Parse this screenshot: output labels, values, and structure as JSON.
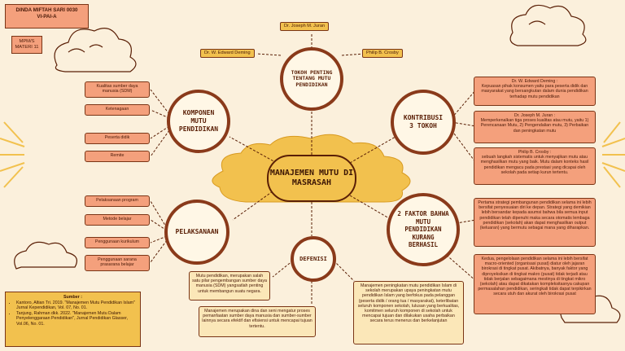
{
  "header": {
    "name_line1": "DINDA MIFTAH SARI 0030",
    "name_line2": "VI-PAI-A",
    "course": "MPM/S MATERI 11"
  },
  "center": {
    "title": "MANAJEMEN MUTU DI MASRASAH"
  },
  "nodes": {
    "tokoh": "TOKOH PENTING TENTANG MUTU PENDIDIKAN",
    "komponen": "KOMPONEN MUTU PENDIDIKAN",
    "kontribusi": "KONTRIBUSI 3 TOKOH",
    "pelaksanaan": "PELAKSANAAN",
    "definisi": "DEFENISI",
    "faktor": "2 FAKTOR BAHWA MUTU PENDIDIKAN KURANG BERHASIL"
  },
  "tokoh_names": [
    "Dr. Joseph M. Juran",
    "Dr. W. Edward Deming",
    "Philip B. Crosby"
  ],
  "komponen_items": [
    "Kualitas sumber daya manusia (SDM)",
    "Ketenagaan",
    "Peserta didik",
    "Remite"
  ],
  "pelaksanaan_items": [
    "Pelaksanaan program",
    "Metode belajar",
    "Penggunaan kurikulum",
    "Penggunaan sarana prasarana belajar"
  ],
  "kontribusi_items": [
    {
      "name": "Dr. W. Edward Deming :",
      "text": "Kepuasan pihak konsumen yaitu para peserta didik dan masyarakat yang bersangkutan dalam dunia pendidikan terhadap mutu pendidikan"
    },
    {
      "name": "Dr. Joseph M. Juran :",
      "text": "Memperkenalkan tiga proses kualitas atau mutu, yaitu 1) Perencanaan Mutu, 2) Pengendalian mutu, 3) Perbaikan dan peningkatan mutu"
    },
    {
      "name": "Philip B. Crosby :",
      "text": "sebuah langkah sistematis untuk menyajikan mutu atau menghasilkan mutu yang baik. Mutu dalam konteks hasil pendidikan mengacu pada prestasi yang dicapai oleh sekolah pada setiap kurun tertentu."
    }
  ],
  "faktor_items": [
    "Pertama strategi pembangunan pendidikan selama ini lebih bersifat penyesuaian diri ke depan. Strategi yang demikian lebih bersandar kepada asumsi bahwa bila semua input pendidikan telah dipenuhi maka secara otomatis lembaga pendidikan (sekolah) akan dapat menghasilkan output (keluaran) yang bermutu sebagai mana yang diharapkan.",
    "Kedua, pengelolaan pendidikan selama ini lebih bersifat macro-oriented (organisasi pusat) diatur oleh jajaran birokrasi di tingkat pusat. Akibatnya, banyak faktor yang diproyeksikan di tingkat makro (pusat) tidak terjadi atau tidak berjalan sebagaimana mestinya di tingkat mikro (sekolah) atau dapat dikatakan kompleksitasnya cakupan permasalahan pendidikan, seringkali tidak dapat terpikirkan secara utuh dan akurat oleh birokrasi pusat"
  ],
  "definisi_items": [
    "Mutu pendidikan, merupakan salah satu pilar pengembangan sumber daya manusia (SDM) yangsatlah penting untuk membangun suatu negara.",
    "Manajemen merupakan dina dan seni mengatur proses pemanfaatan sumber daya manusia dan sumber-sumber lainnya secara efektif dan efisiensi untuk mencapai tujuan tertentu.",
    "Manajemen peningkatan mutu pendidikan Islam di sekolah merupakan upaya peningkatan mutu pendidikan Islam yang berfokus pada pelanggan (peserta didik / orang tua / masyarakat), keterlibatan seluruh komponen sekolah, lulusan yang berkualitas, komitmen seluruh komponen di sekolah untuk mencapai tujuan dan dilakukan usaha perbaikan secara terus menerus dan berkelanjutan"
  ],
  "sumber": {
    "title": "Sumber :",
    "refs": [
      "Kantoro, Altian Tri. 2019. \"Manajemen Mutu Pendidikan Islam\" Jurnal Kependidikan, Vol. 07, No. 01.",
      "Tanjung, Rahman dkk. 2022. \"Manajemen Mutu Dalam Penyelenggaraan Pendidikan\", Jurnal Pendidikan Glasser, Vol.06, No. 01."
    ]
  }
}
